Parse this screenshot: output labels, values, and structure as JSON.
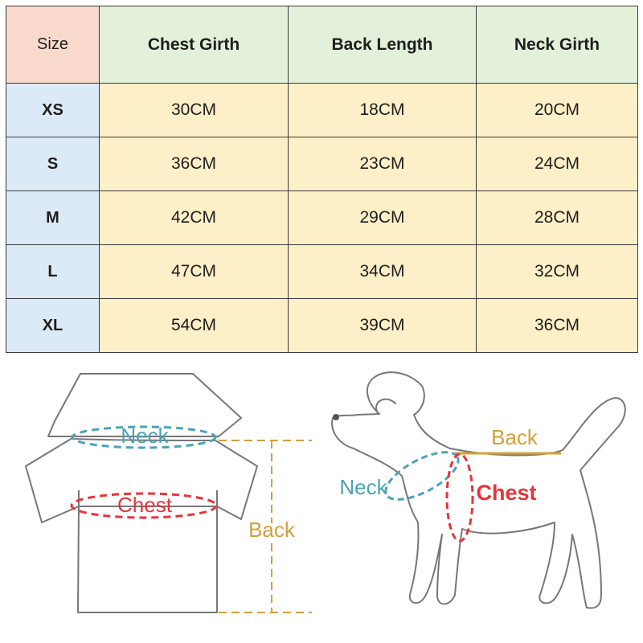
{
  "table": {
    "header": {
      "size": "Size",
      "chest": "Chest Girth",
      "back": "Back Length",
      "neck": "Neck Girth"
    },
    "rows": [
      {
        "size": "XS",
        "chest": "30CM",
        "back": "18CM",
        "neck": "20CM"
      },
      {
        "size": "S",
        "chest": "36CM",
        "back": "23CM",
        "neck": "24CM"
      },
      {
        "size": "M",
        "chest": "42CM",
        "back": "29CM",
        "neck": "28CM"
      },
      {
        "size": "L",
        "chest": "47CM",
        "back": "34CM",
        "neck": "32CM"
      },
      {
        "size": "XL",
        "chest": "54CM",
        "back": "39CM",
        "neck": "36CM"
      }
    ]
  },
  "diagram": {
    "shirt": {
      "neck": "Neck",
      "chest": "Chest",
      "back": "Back"
    },
    "dog": {
      "neck": "Neck",
      "chest": "Chest",
      "back": "Back"
    }
  },
  "colors": {
    "neck": "#4aa3b8",
    "chest": "#e8333b",
    "back": "#d4a03a",
    "outline": "#777777"
  }
}
